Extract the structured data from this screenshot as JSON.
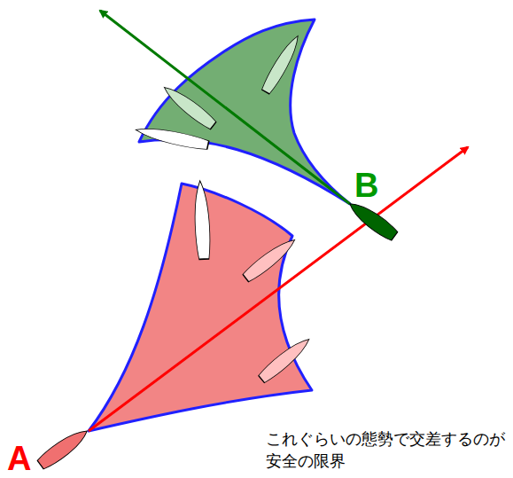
{
  "diagram": {
    "labels": [
      "B",
      "A",
      "これぐらいの態勢で交差するのが安全の限界"
    ]
  }
}
